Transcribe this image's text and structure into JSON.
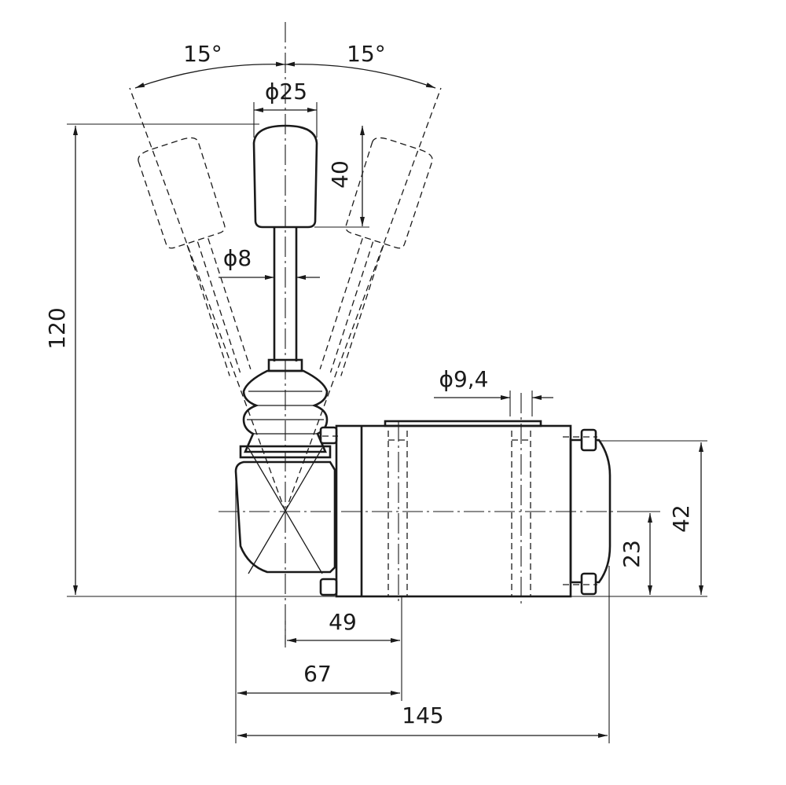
{
  "drawing": {
    "dimensions": {
      "angle_left": "15°",
      "angle_right": "15°",
      "knob_diameter": "ϕ25",
      "knob_height": "40",
      "shaft_diameter": "ϕ8",
      "port_diameter": "ϕ9,4",
      "total_height": "120",
      "body_height": "42",
      "axis_height": "23",
      "pivot_to_port": "49",
      "base_to_port": "67",
      "total_length": "145"
    }
  }
}
